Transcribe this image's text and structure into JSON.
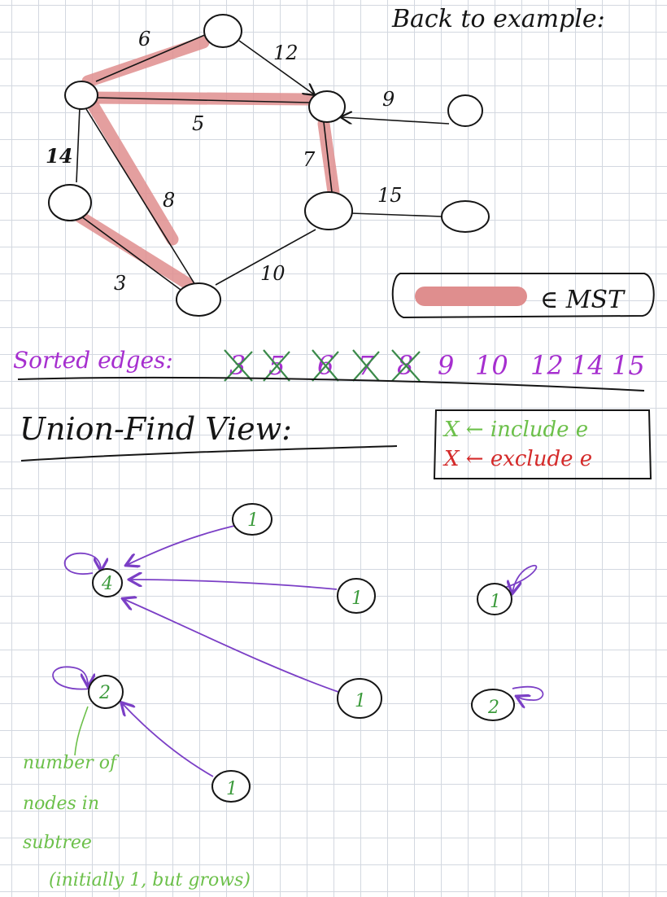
{
  "header": {
    "title": "Back to example:"
  },
  "graph": {
    "edge_weights": [
      "6",
      "12",
      "5",
      "9",
      "14",
      "8",
      "7",
      "15",
      "3",
      "10"
    ]
  },
  "legend_mst": {
    "label": "∈ MST",
    "swatch_color": "#df8e8e"
  },
  "sorted_edges": {
    "label": "Sorted edges:",
    "crossed": [
      "3",
      "5",
      "6",
      "7",
      "8"
    ],
    "remaining": [
      "9",
      "10",
      "12",
      "14",
      "15"
    ],
    "text_color": "#a62fcf",
    "cross_color": "#3b8a4a"
  },
  "union_find": {
    "title": "Union-Find View:"
  },
  "legend_ie": {
    "include": "X ← include e",
    "exclude": "X ← exclude e",
    "include_color": "#6cc04a",
    "exclude_color": "#d42a2a"
  },
  "uf_nodes": [
    "4",
    "1",
    "1",
    "1",
    "1",
    "2",
    "1",
    "2"
  ],
  "annotation": {
    "lines": [
      "number of",
      "nodes in",
      "subtree",
      "(initially 1, but grows)"
    ]
  }
}
